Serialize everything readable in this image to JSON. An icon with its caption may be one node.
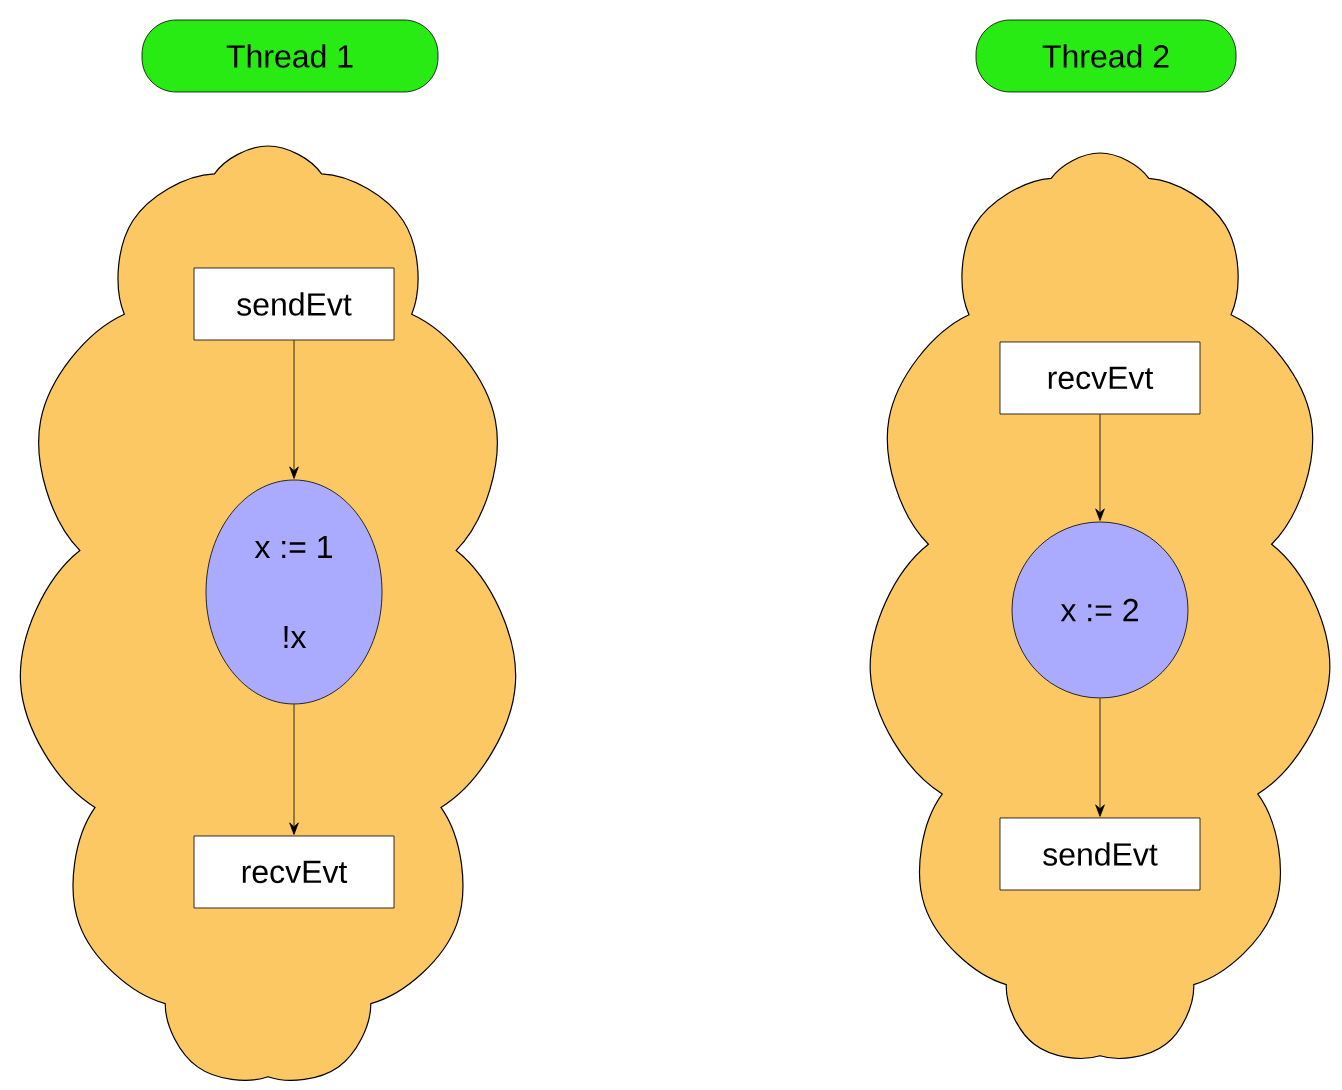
{
  "diagram": {
    "nodes": [
      {
        "text": [
          "Thread 1"
        ]
      },
      {
        "text": [],
        "shape": "cloud"
      },
      {
        "text": [
          "sendEvt"
        ],
        "in": 1
      },
      {
        "text": [
          "x := 1",
          "!x"
        ],
        "in": 1
      },
      {
        "text": [
          "recvEvt"
        ],
        "in": 1
      },
      {
        "text": [
          "Thread 2"
        ]
      },
      {
        "text": [],
        "shape": "cloud"
      },
      {
        "text": [
          "recvEvt"
        ],
        "in": 6
      },
      {
        "text": [
          "x := 2"
        ],
        "in": 6
      },
      {
        "text": [
          "sendEvt"
        ],
        "in": 6
      }
    ],
    "edges": [
      {
        "from": 2,
        "to": 3,
        "arrow": "to"
      },
      {
        "from": 3,
        "to": 4,
        "arrow": "to"
      },
      {
        "from": 7,
        "to": 8,
        "arrow": "to"
      },
      {
        "from": 8,
        "to": 9,
        "arrow": "to"
      }
    ]
  }
}
